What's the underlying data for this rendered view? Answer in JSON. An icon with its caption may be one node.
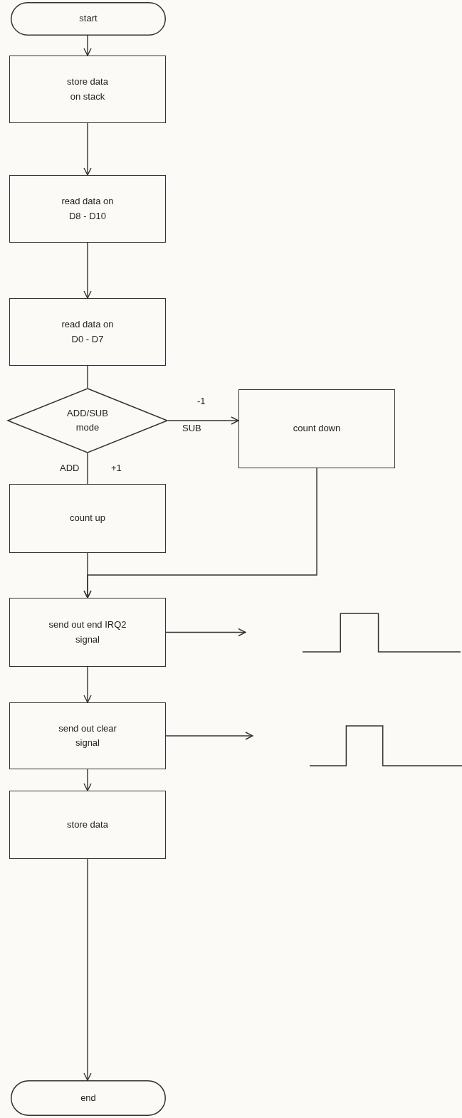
{
  "diagram": {
    "nodes": [
      {
        "text": [
          "start"
        ]
      },
      {
        "text": [
          "store data on stack"
        ]
      },
      {
        "text": [
          "read data on D8 - D10"
        ]
      },
      {
        "text": [
          "read data on D0 - D7"
        ]
      },
      {
        "text": [
          "ADD/SUB mode"
        ]
      },
      {
        "text": [
          "count down"
        ]
      },
      {
        "text": [
          "count up"
        ]
      },
      {
        "text": [
          "send out end IRQ2 signal"
        ]
      },
      {
        "text": [],
        "shape": "picture"
      },
      {
        "text": [
          "send out clear signal"
        ]
      },
      {
        "text": [],
        "shape": "picture"
      },
      {
        "text": [
          "store data"
        ]
      },
      {
        "text": [
          "end"
        ]
      }
    ],
    "edges": [
      {
        "from": 0,
        "to": 1,
        "arrow": "to"
      },
      {
        "from": 1,
        "to": 2,
        "arrow": "to"
      },
      {
        "from": 2,
        "to": 3,
        "arrow": "to"
      },
      {
        "from": 3,
        "to": 4,
        "arrow": "none"
      },
      {
        "from": 4,
        "to": 5,
        "arrow": "to"
      },
      {
        "from": 4,
        "to": 6,
        "arrow": "none"
      },
      {
        "from": 5,
        "to": 7,
        "arrow": "to"
      },
      {
        "from": 6,
        "to": 7,
        "arrow": "to"
      },
      {
        "from": 7,
        "to": 8,
        "arrow": "to"
      },
      {
        "from": 7,
        "to": 9,
        "arrow": "to"
      },
      {
        "from": 9,
        "to": 10,
        "arrow": "to"
      },
      {
        "from": 9,
        "to": 11,
        "arrow": "to"
      },
      {
        "from": 11,
        "to": 12,
        "arrow": "to"
      }
    ],
    "labels": [
      "-1",
      "SUB",
      "ADD",
      "+1"
    ]
  }
}
